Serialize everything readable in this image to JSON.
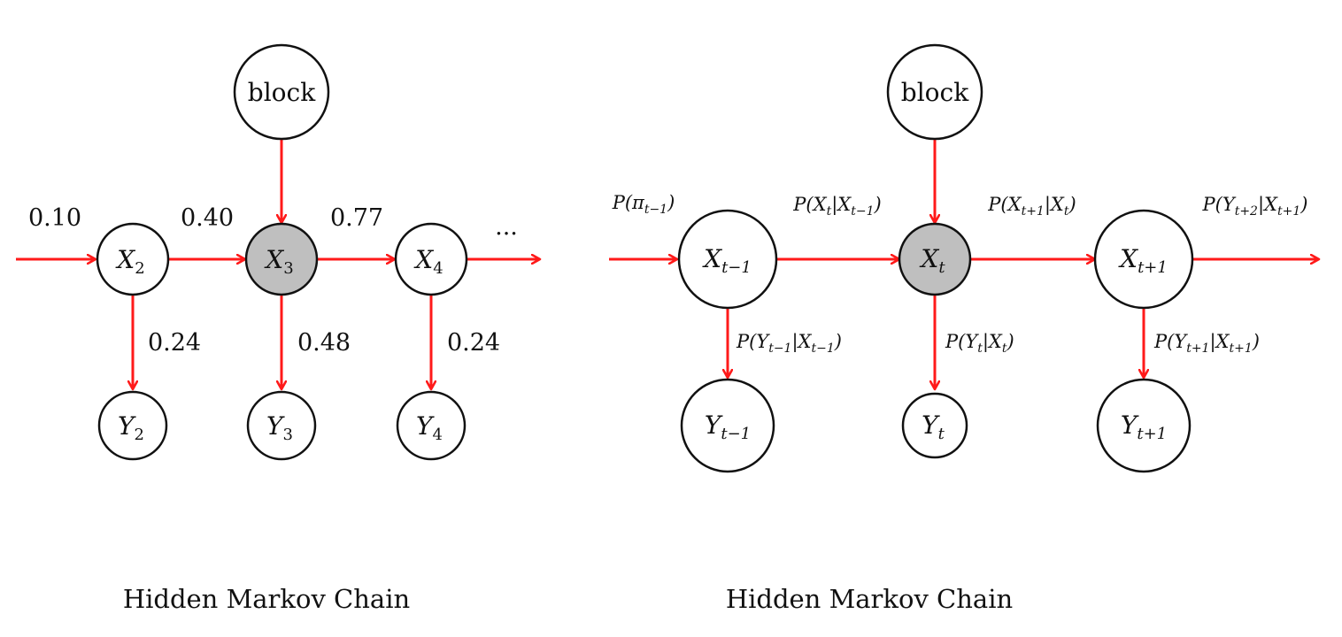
{
  "colors": {
    "edge": "#ff1a1a",
    "observed_fill": "#bfbfbf",
    "node_fill": "#ffffff",
    "stroke": "#111111"
  },
  "left": {
    "caption": "Hidden Markov Chain",
    "block": "block",
    "nodes": {
      "x2": {
        "base": "X",
        "sub": "2"
      },
      "x3": {
        "base": "X",
        "sub": "3"
      },
      "x4": {
        "base": "X",
        "sub": "4"
      },
      "y2": {
        "base": "Y",
        "sub": "2"
      },
      "y3": {
        "base": "Y",
        "sub": "3"
      },
      "y4": {
        "base": "Y",
        "sub": "4"
      }
    },
    "transitions": [
      "0.10",
      "0.40",
      "0.77",
      "..."
    ],
    "emissions": [
      "0.24",
      "0.48",
      "0.24"
    ]
  },
  "right": {
    "caption": "Hidden Markov Chain",
    "block": "block",
    "nodes": {
      "xtm1": {
        "base": "X",
        "sub": "t−1"
      },
      "xt": {
        "base": "X",
        "sub": "t"
      },
      "xtp1": {
        "base": "X",
        "sub": "t+1"
      },
      "ytm1": {
        "base": "Y",
        "sub": "t−1"
      },
      "yt": {
        "base": "Y",
        "sub": "t"
      },
      "ytp1": {
        "base": "Y",
        "sub": "t+1"
      }
    },
    "labels": {
      "pi": {
        "p": "P(",
        "base": "π",
        "sub": "t−1",
        "close": ")"
      },
      "x_given_xm1": {
        "a": "P(X",
        "asub": "t",
        "mid": "|X",
        "bsub": "t−1",
        "close": ")"
      },
      "xp1_given_x": {
        "a": "P(X",
        "asub": "t+1",
        "mid": "|X",
        "bsub": "t",
        "close": ")"
      },
      "yp2_given_xp1": {
        "a": "P(Y",
        "asub": "t+2",
        "mid": "|X",
        "bsub": "t+1",
        "close": ")"
      },
      "ym1_given_xm1": {
        "a": "P(Y",
        "asub": "t−1",
        "mid": "|X",
        "bsub": "t−1",
        "close": ")"
      },
      "y_given_x": {
        "a": "P(Y",
        "asub": "t",
        "mid": "|X",
        "bsub": "t",
        "close": ")"
      },
      "yp1_given_xp1": {
        "a": "P(Y",
        "asub": "t+1",
        "mid": "|X",
        "bsub": "t+1",
        "close": ")"
      }
    }
  }
}
